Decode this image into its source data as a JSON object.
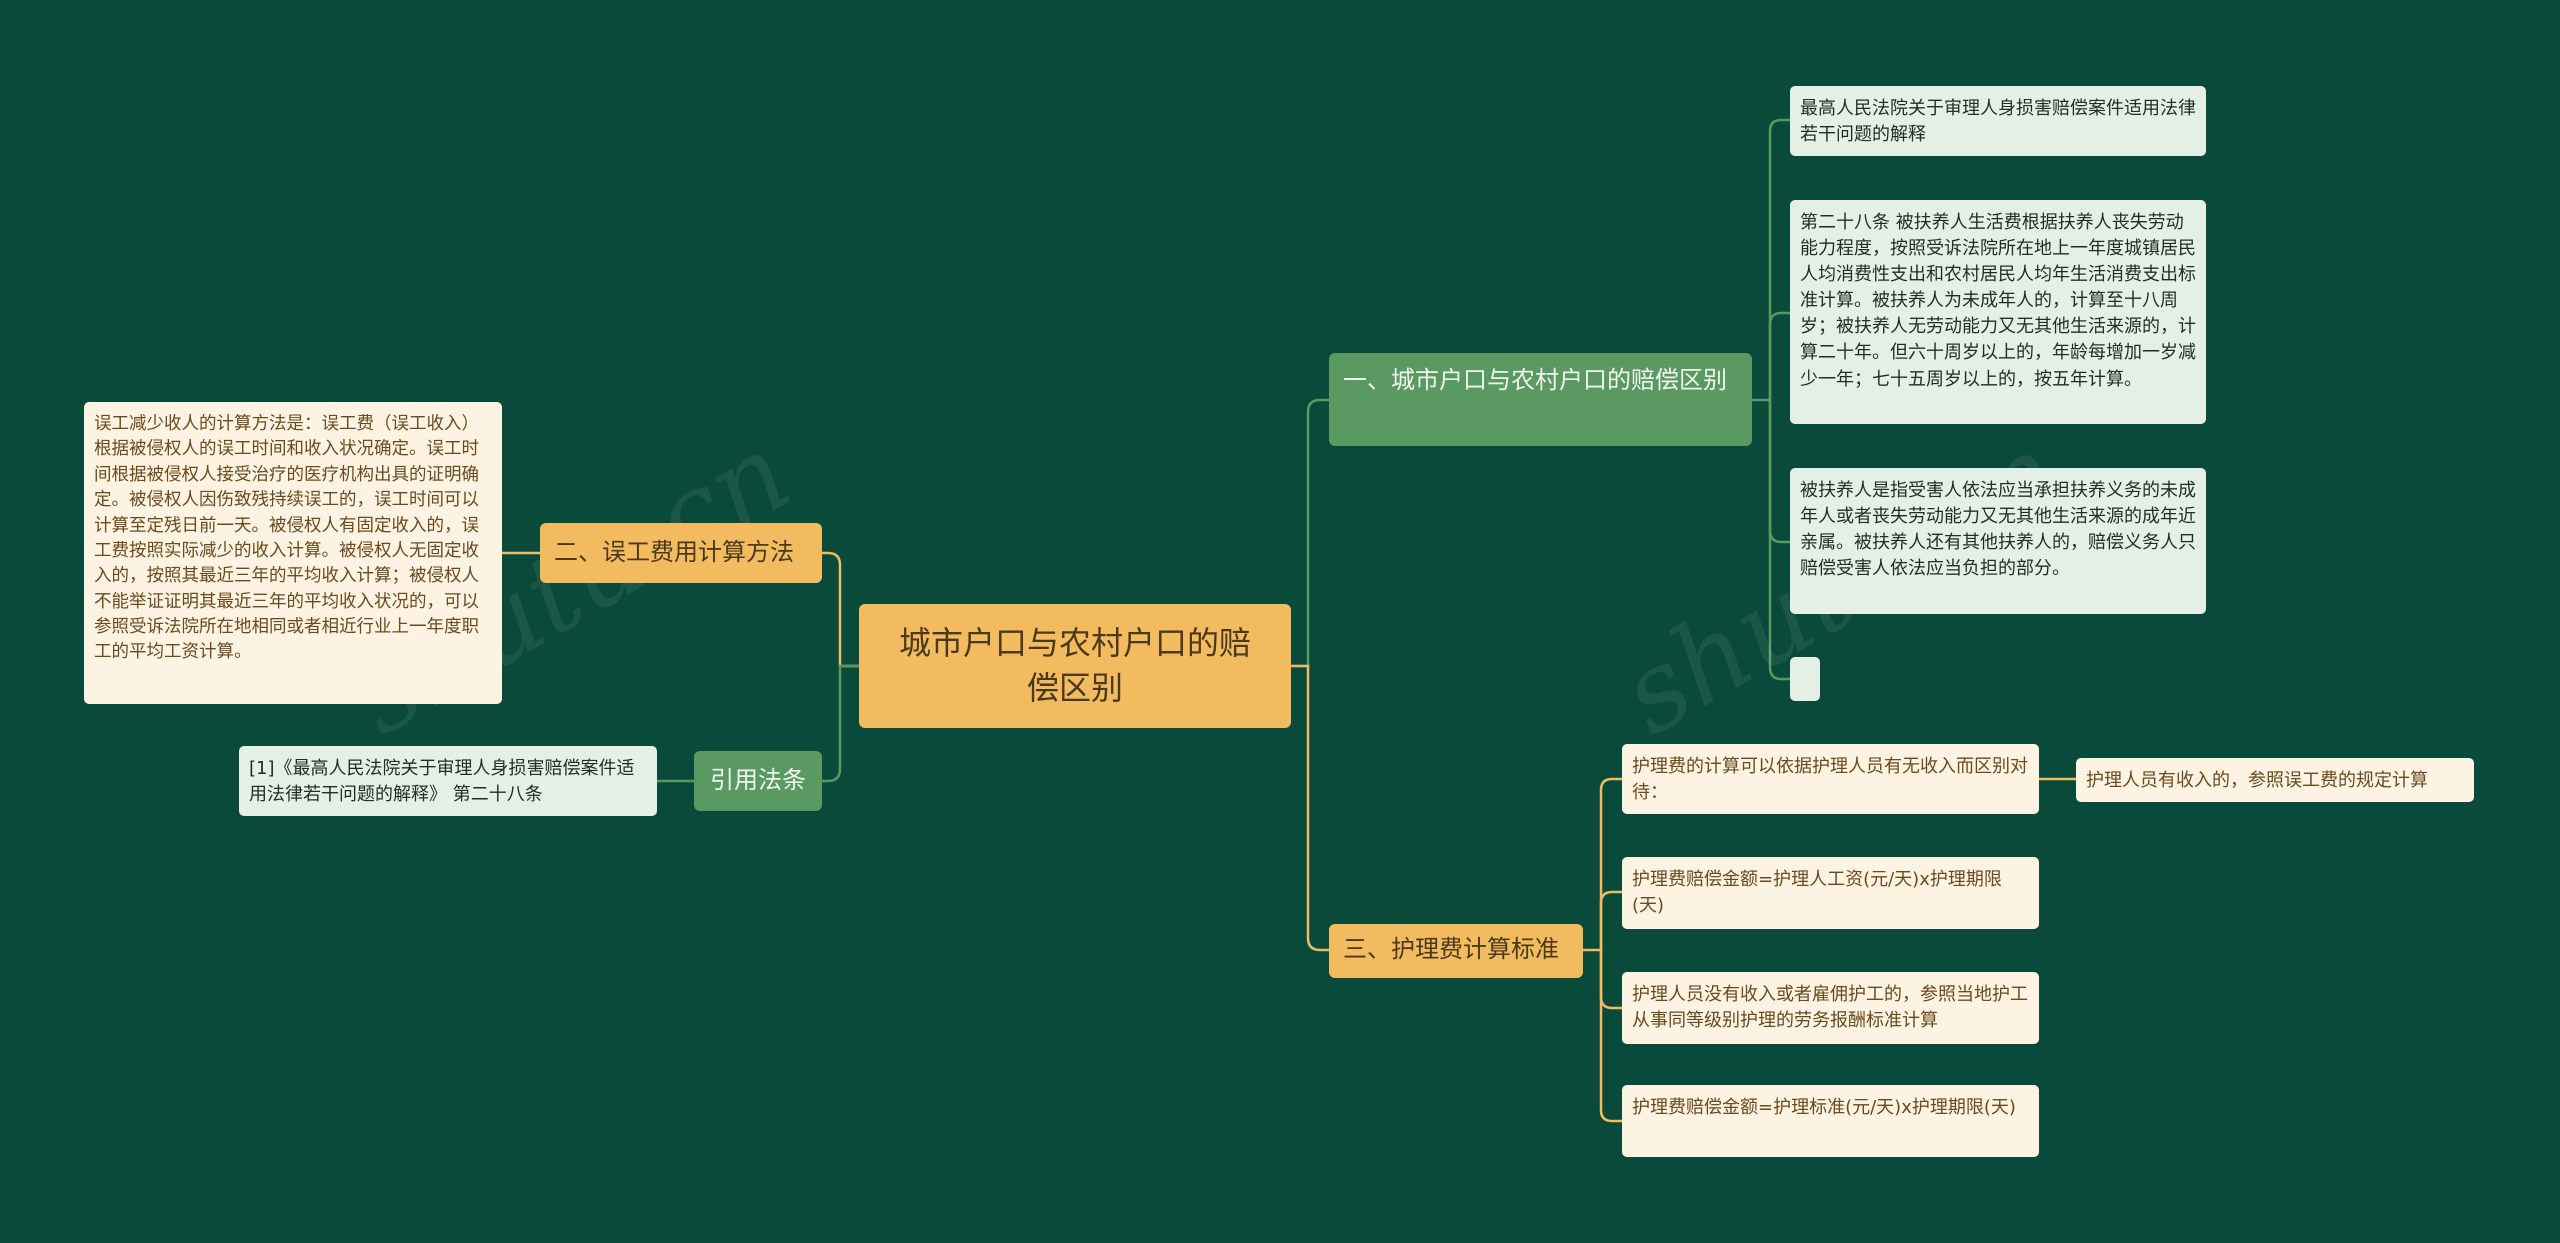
{
  "colors": {
    "background": "#0a4a3a",
    "root_fill": "#f2bb60",
    "green_node": "#5a9a62",
    "yellow_node": "#f2bb60",
    "green_leaf": "#e4efe6",
    "cream_leaf": "#fdf3e2",
    "link_green": "#5a9a62",
    "link_yellow": "#f2bb60"
  },
  "watermark": "shutu.cn",
  "root": "城市户口与农村户口的赔偿区别",
  "right": {
    "branch1": {
      "title": "一、城市户口与农村户口的赔偿区别",
      "items": [
        "最高人民法院关于审理人身损害赔偿案件适用法律若干问题的解释",
        "第二十八条 被扶养人生活费根据扶养人丧失劳动能力程度，按照受诉法院所在地上一年度城镇居民人均消费性支出和农村居民人均年生活消费支出标准计算。被扶养人为未成年人的，计算至十八周岁；被扶养人无劳动能力又无其他生活来源的，计算二十年。但六十周岁以上的，年龄每增加一岁减少一年；七十五周岁以上的，按五年计算。",
        "被扶养人是指受害人依法应当承担扶养义务的未成年人或者丧失劳动能力又无其他生活来源的成年近亲属。被扶养人还有其他扶养人的，赔偿义务人只赔偿受害人依法应当负担的部分。",
        ""
      ]
    },
    "branch3": {
      "title": "三、护理费计算标准",
      "items": [
        "护理费的计算可以依据护理人员有无收入而区别对待：",
        "护理费赔偿金额=护理人工资(元/天)x护理期限(天)",
        "护理人员没有收入或者雇佣护工的，参照当地护工从事同等级别护理的劳务报酬标准计算",
        "护理费赔偿金额=护理标准(元/天)x护理期限(天)"
      ],
      "sub": "护理人员有收入的，参照误工费的规定计算"
    }
  },
  "left": {
    "branch2": {
      "title": "二、误工费用计算方法",
      "item": "误工减少收人的计算方法是：误工费（误工收入）根据被侵权人的误工时间和收入状况确定。误工时间根据被侵权人接受治疗的医疗机构出具的证明确定。被侵权人因伤致残持续误工的，误工时间可以计算至定残日前一天。被侵权人有固定收入的，误工费按照实际减少的收入计算。被侵权人无固定收入的，按照其最近三年的平均收入计算；被侵权人不能举证证明其最近三年的平均收入状况的，可以参照受诉法院所在地相同或者相近行业上一年度职工的平均工资计算。"
    },
    "citation": {
      "title": "引用法条",
      "item": "[1]《最高人民法院关于审理人身损害赔偿案件适用法律若干问题的解释》 第二十八条"
    }
  }
}
